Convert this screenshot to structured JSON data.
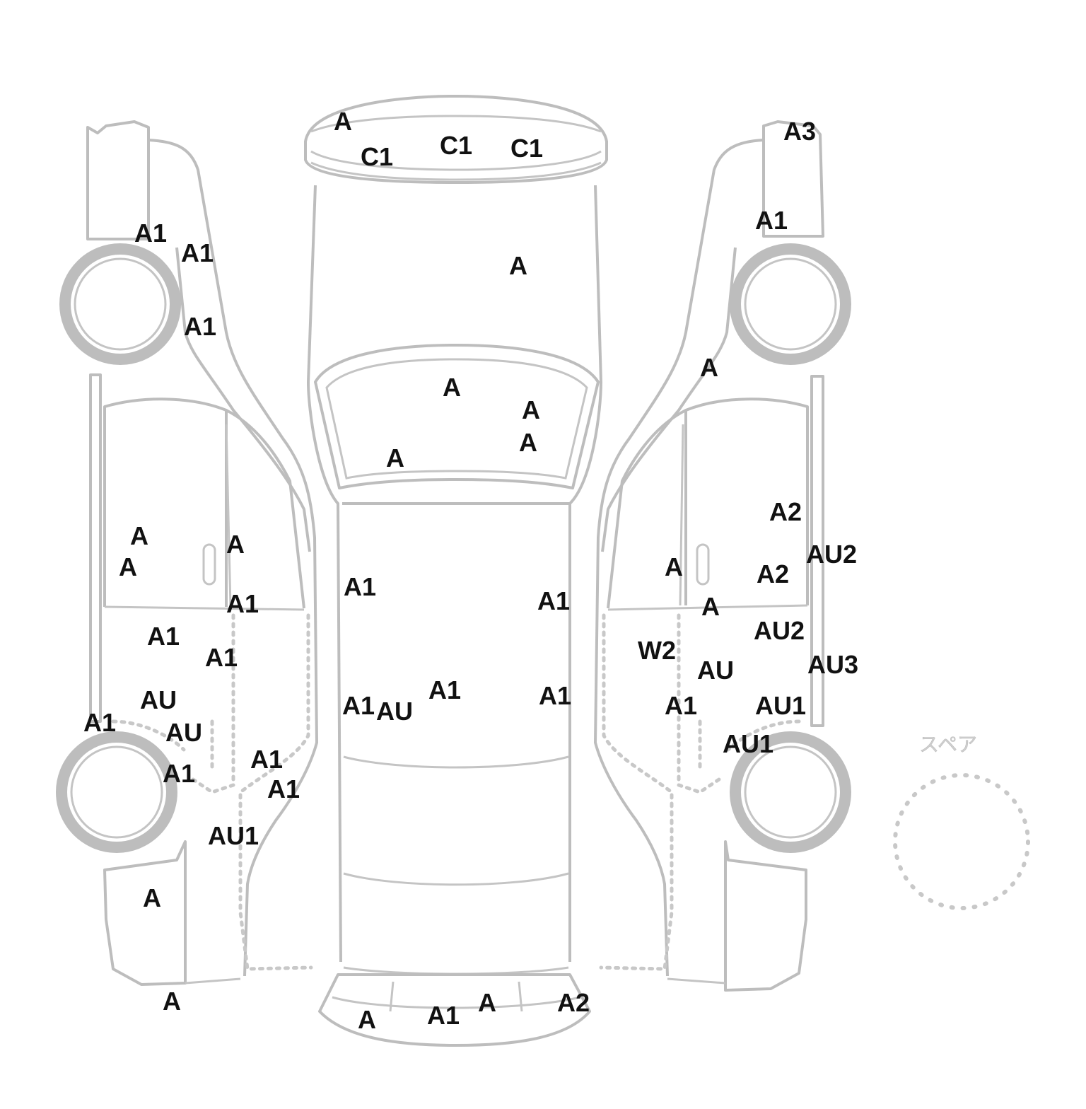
{
  "spare_label": "スペア",
  "marks": {
    "roof_a": "A",
    "roof_c1_left": "C1",
    "roof_c1_mid": "C1",
    "roof_c1_right": "C1",
    "hood_a": "A",
    "windshield_a_top": "A",
    "windshield_a_right1": "A",
    "windshield_a_right2": "A",
    "windshield_a_left": "A",
    "left_tail_a1": "A1",
    "left_quarter_a1": "A1",
    "left_quarter_a1_lower": "A1",
    "left_rear_door_a1": "A",
    "left_rear_door_a2": "A",
    "left_rear_door_a3": "A",
    "left_rear_door_a1_low": "A1",
    "left_front_door_a1": "A1",
    "left_front_door_a1b": "A1",
    "left_front_au": "AU",
    "left_fender_a1": "A1",
    "left_fender_au": "AU",
    "left_fender_a1b": "A1",
    "left_sill_a1": "A1",
    "left_sill_a1b": "A1",
    "left_front_au1": "AU1",
    "left_bumper_a": "A",
    "left_bumper_a_low": "A",
    "center_left_a1_upper": "A1",
    "center_right_a1_upper": "A1",
    "center_left_a1_lower": "A1",
    "center_au": "AU",
    "center_a1_mid": "A1",
    "center_right_a1_lower": "A1",
    "front_bumper_a_left": "A",
    "front_bumper_a1": "A1",
    "front_bumper_a": "A",
    "front_bumper_a2": "A2",
    "right_tail_a3": "A3",
    "right_tail_a1": "A1",
    "right_pillar_a": "A",
    "right_rear_a2": "A2",
    "right_rear_au2": "AU2",
    "right_door_a": "A",
    "right_rear_a2b": "A2",
    "right_door_a2": "A",
    "right_au2": "AU2",
    "right_w2": "W2",
    "right_au": "AU",
    "right_au3": "AU3",
    "right_a1": "A1",
    "right_au1": "AU1",
    "right_au1b": "AU1"
  }
}
